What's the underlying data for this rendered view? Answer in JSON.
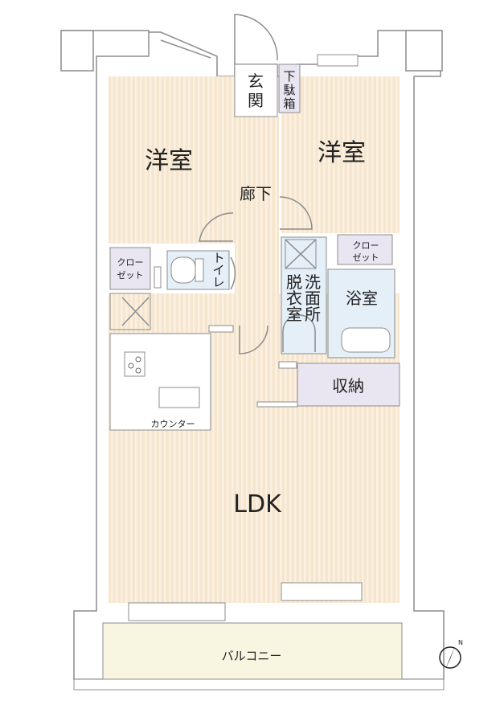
{
  "rooms": {
    "western_room_left": "洋室",
    "western_room_right": "洋室",
    "entrance": [
      "玄",
      "関"
    ],
    "shoe_box": [
      "下",
      "駄",
      "箱"
    ],
    "hallway": "廊下",
    "closet_left": [
      "クロー",
      "ゼット"
    ],
    "closet_right": [
      "クロー",
      "ゼット"
    ],
    "toilet": [
      "ト",
      "イ",
      "レ"
    ],
    "dressing_room": [
      "脱",
      "衣",
      "室"
    ],
    "washroom": [
      "洗",
      "面",
      "所"
    ],
    "bathroom": "浴室",
    "storage": "収納",
    "counter": "カウンター",
    "ldk": "LDK",
    "balcony": "バルコニー"
  },
  "compass": {
    "north_label": "N"
  },
  "colors": {
    "floor": "#f6e6cf",
    "floor_stripe": "#fbf1e2",
    "closet": "#e9e5f1",
    "wet_area": "#e5eff8",
    "balcony": "#f8f5e1",
    "wall": "#8c8c8c"
  }
}
